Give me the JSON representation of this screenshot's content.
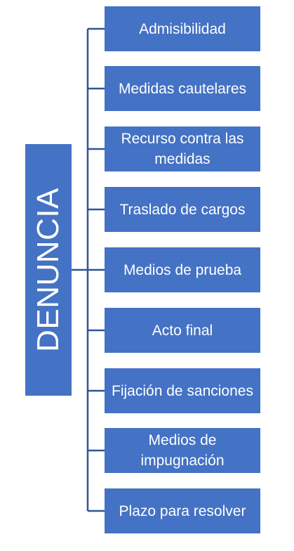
{
  "colors": {
    "box_fill": "#4472c4",
    "connector": "#2f5597",
    "text": "#ffffff"
  },
  "root": {
    "label": "DENUNCIA"
  },
  "children": [
    {
      "label": "Admisibilidad"
    },
    {
      "label": "Medidas cautelares"
    },
    {
      "label": "Recurso contra las medidas"
    },
    {
      "label": "Traslado de cargos"
    },
    {
      "label": "Medios de prueba"
    },
    {
      "label": "Acto final"
    },
    {
      "label": "Fijación de sanciones"
    },
    {
      "label": "Medios de impugnación"
    },
    {
      "label": "Plazo para resolver"
    }
  ]
}
